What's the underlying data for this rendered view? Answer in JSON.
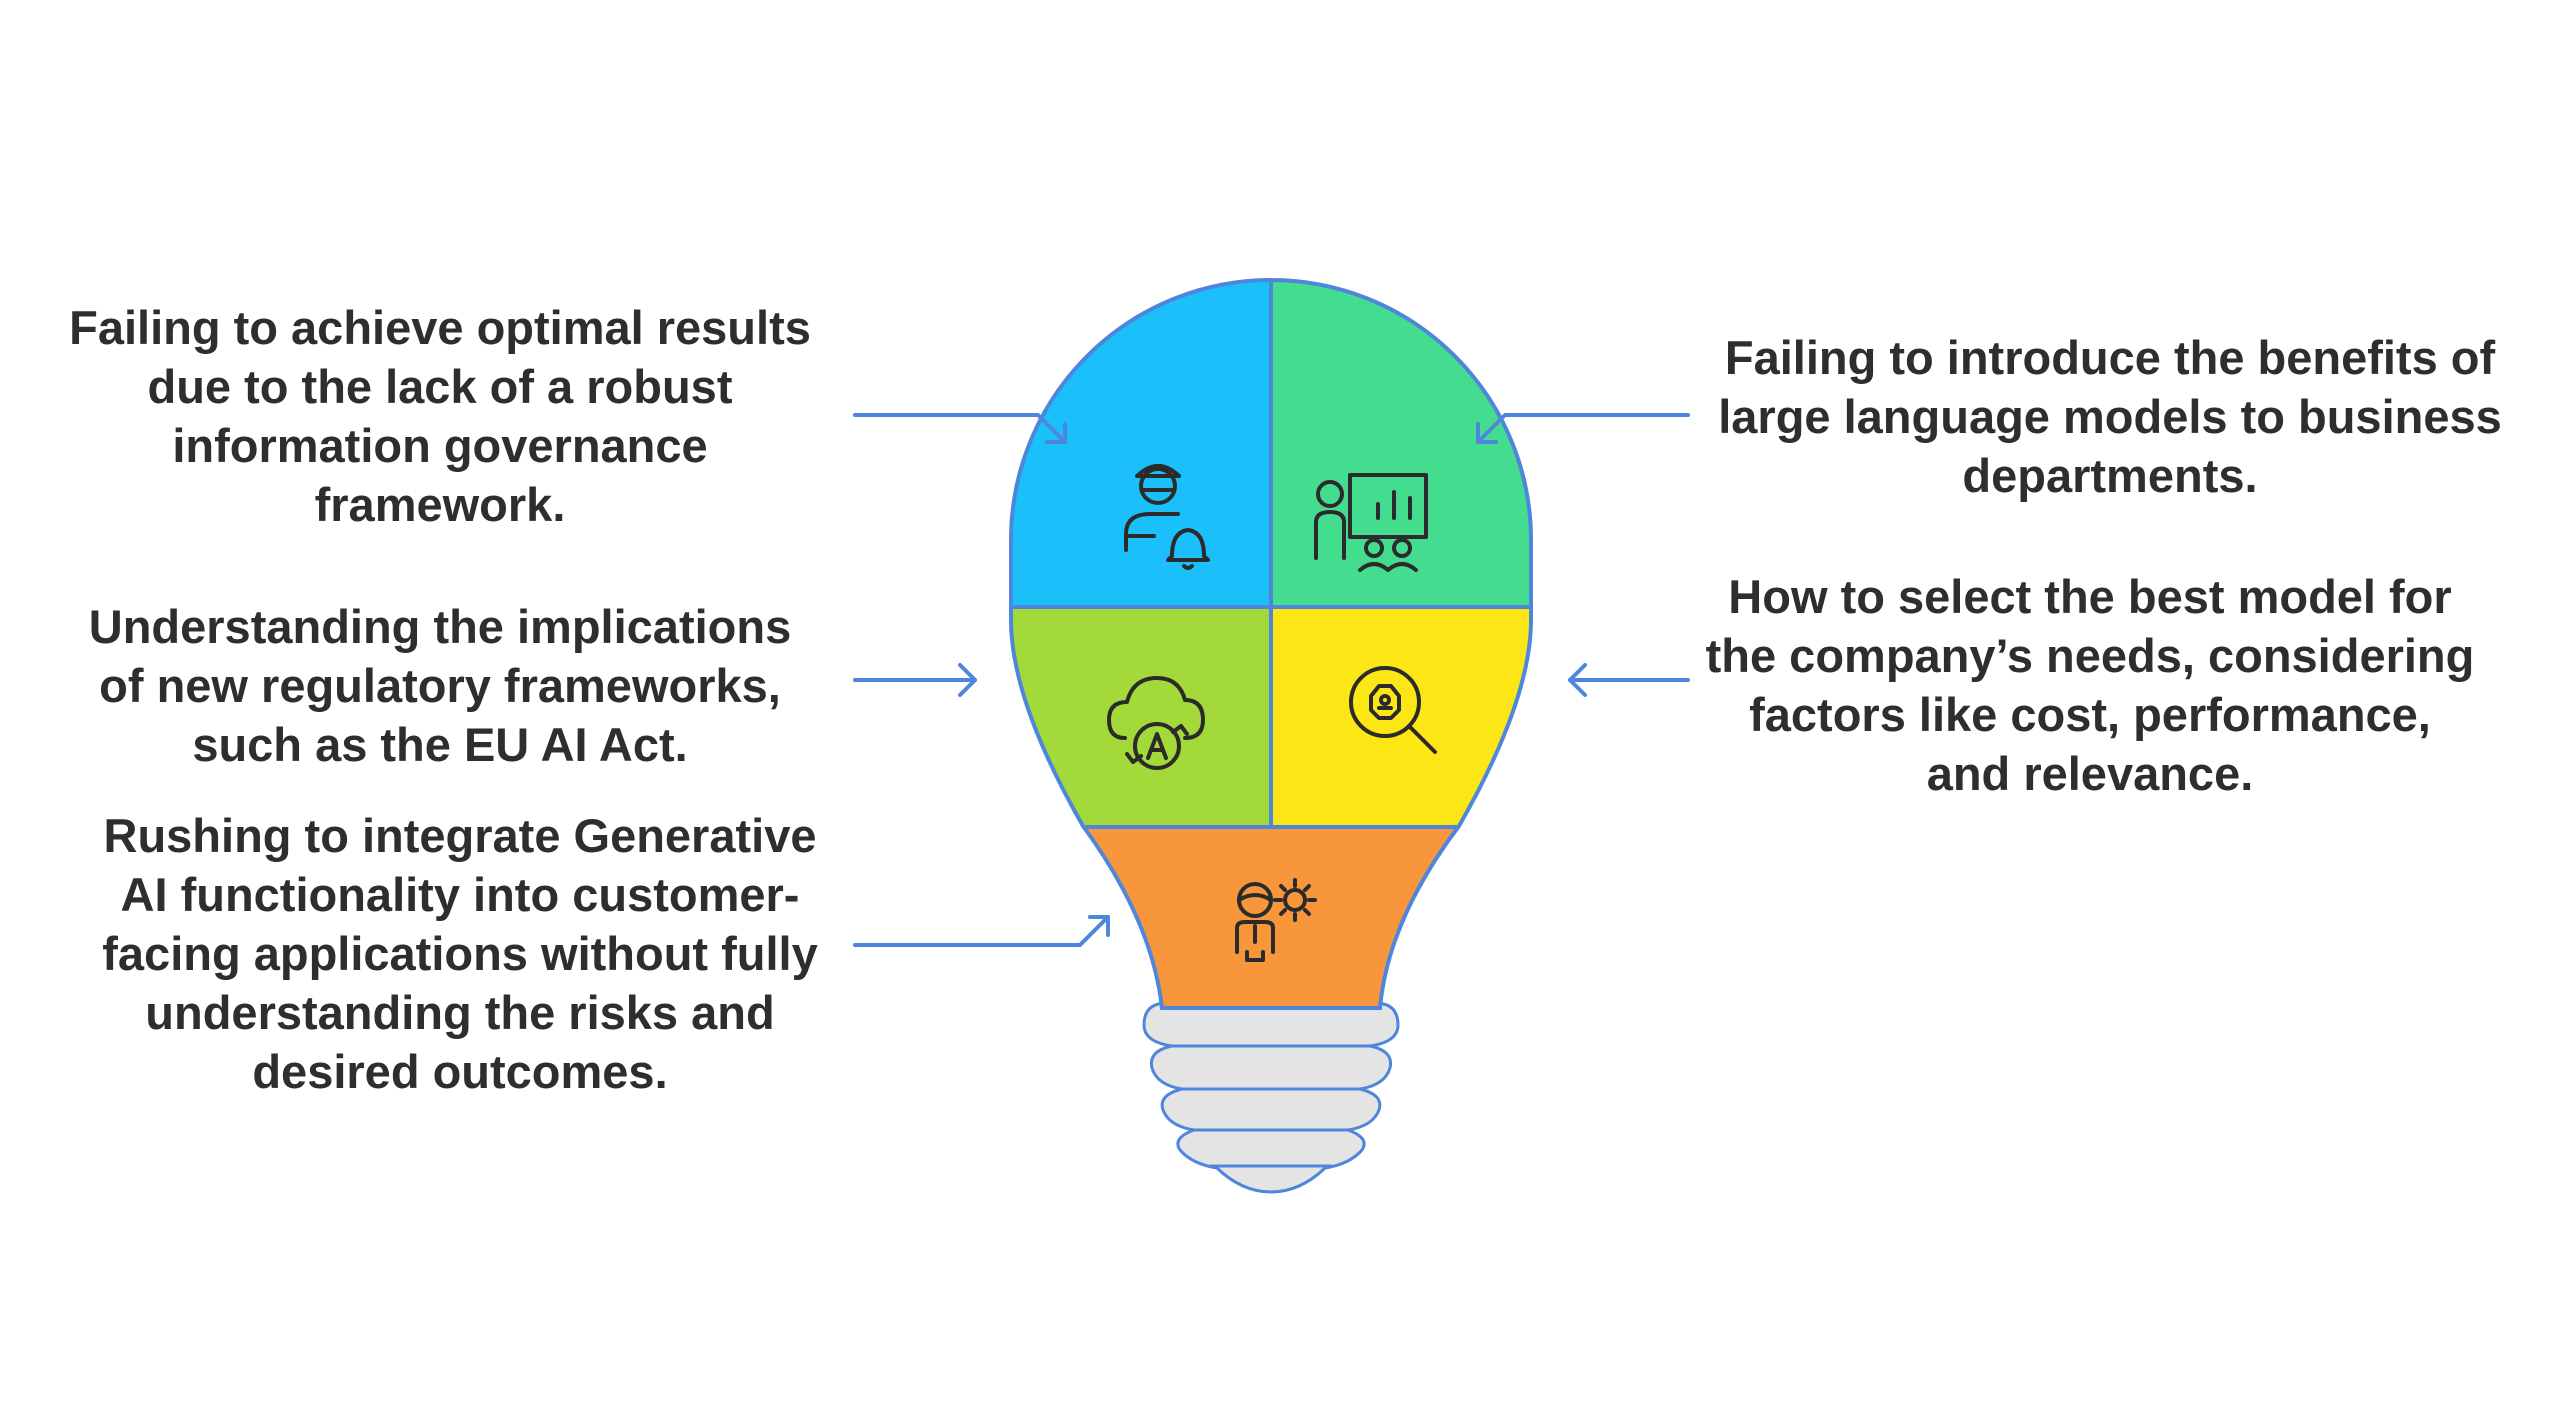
{
  "labels": {
    "top_left": "Failing to achieve optimal results\ndue to the lack of a robust\ninformation governance\nframework.",
    "mid_left": "Understanding the implications\nof new regulatory frameworks,\nsuch as the EU AI Act.",
    "bottom_left": "Rushing to integrate Generative\nAI functionality into customer-\nfacing applications without fully\nunderstanding the risks and\ndesired outcomes.",
    "top_right": "Failing to introduce the benefits of\nlarge language models to business\ndepartments.",
    "mid_right": "How to select the best model for\nthe company’s needs, considering\nfactors like cost, performance,\nand relevance."
  },
  "colors": {
    "blue": "#1bbff9",
    "green": "#44dc8e",
    "lime": "#a4d93a",
    "yellow": "#fde615",
    "orange": "#f7963b",
    "bulb_base": "#e4e4e4",
    "outline": "#4e86dc",
    "arrow": "#4e86dc",
    "icon": "#2b2b2b"
  },
  "icons": {
    "blue_quadrant": "person-alert-bell-icon",
    "green_quadrant": "presenter-chart-audience-icon",
    "lime_quadrant": "cloud-ai-sync-icon",
    "yellow_quadrant": "magnify-ai-chip-icon",
    "orange_neck": "person-gear-icon"
  }
}
